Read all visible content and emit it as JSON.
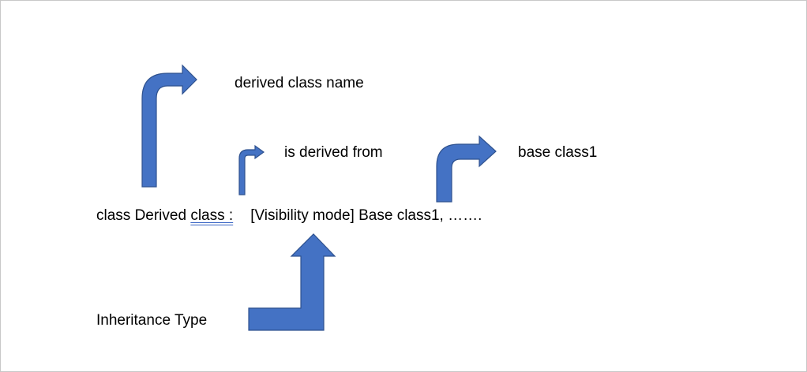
{
  "diagram": {
    "syntax": {
      "part1": "class Derived",
      "part2": "class :",
      "part3": "[Visibility mode] Base class1, ……."
    },
    "labels": {
      "derived_class_name": "derived class name",
      "is_derived_from": "is derived from",
      "base_class1": "base class1",
      "inheritance_type": "Inheritance Type"
    },
    "colors": {
      "arrow_fill": "#4472c4",
      "arrow_stroke": "#2f528f",
      "underline": "#3b66c4"
    }
  }
}
